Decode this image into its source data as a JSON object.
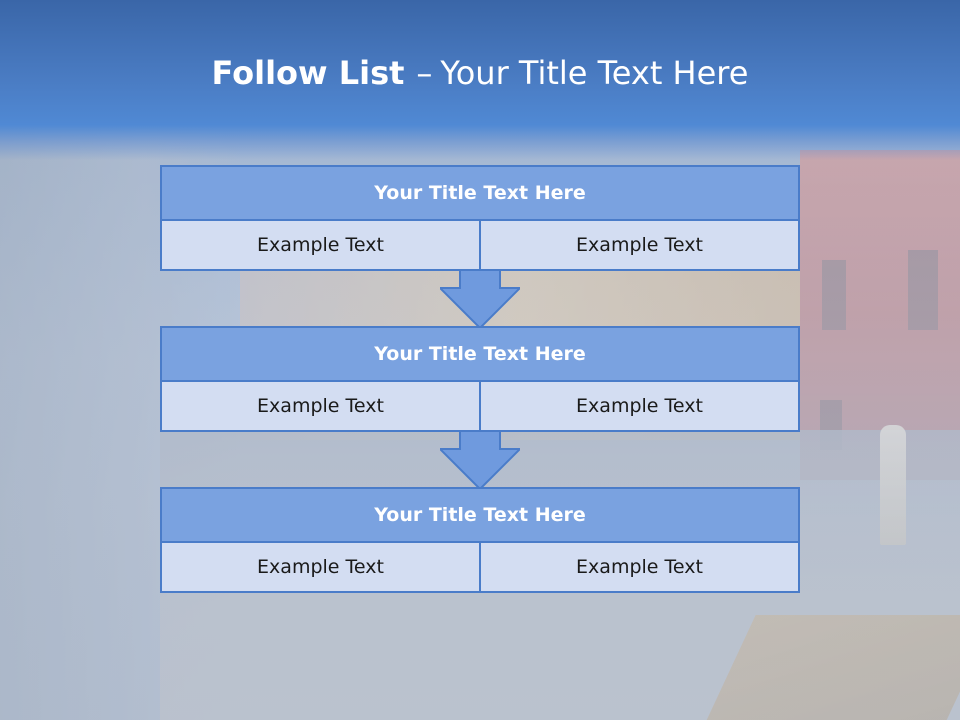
{
  "slide": {
    "title_bold": "Follow List",
    "title_separator": "–",
    "title_rest": "Your Title Text Here"
  },
  "blocks": [
    {
      "title": "Your Title Text Here",
      "left": "Example Text",
      "right": "Example Text"
    },
    {
      "title": "Your Title Text Here",
      "left": "Example Text",
      "right": "Example Text"
    },
    {
      "title": "Your Title Text Here",
      "left": "Example Text",
      "right": "Example Text"
    }
  ],
  "colors": {
    "header_blue": "#4a7cc3",
    "block_title_fill": "#7aa2e0",
    "block_border": "#4a7cc9",
    "cell_fill": "#d3ddf2",
    "arrow_fill": "#6f9ade"
  },
  "icons": [
    "down-arrow-icon"
  ]
}
